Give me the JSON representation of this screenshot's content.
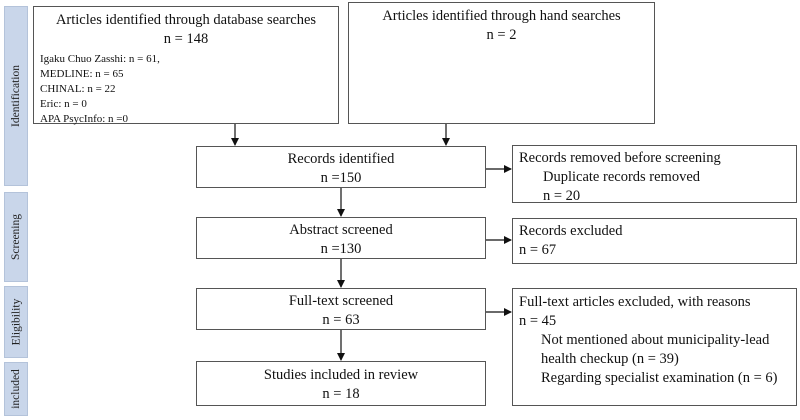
{
  "stages": {
    "identification": "Identification",
    "screening": "Screening",
    "eligibility": "Eligibility",
    "included": "included"
  },
  "db_search": {
    "title": "Articles identified through database searches",
    "count": "n = 148",
    "sources": [
      "Igaku Chuo Zasshi: n = 61,",
      "MEDLINE: n = 65",
      "CHINAL: n = 22",
      "Eric: n = 0",
      "APA PsycInfo: n =0"
    ]
  },
  "hand_search": {
    "title": "Articles identified through hand searches",
    "count": "n = 2"
  },
  "records_identified": {
    "title": "Records identified",
    "count": "n =150"
  },
  "removed_before": {
    "title": "Records removed before screening",
    "detail": "Duplicate records removed",
    "count": "n = 20"
  },
  "abstract_screened": {
    "title": "Abstract screened",
    "count": "n =130"
  },
  "records_excluded": {
    "title": "Records excluded",
    "count": "n = 67"
  },
  "fulltext_screened": {
    "title": "Full-text screened",
    "count": "n = 63"
  },
  "fulltext_excluded": {
    "title": "Full-text articles excluded, with reasons",
    "count": "n = 45",
    "reason1_line1": "Not mentioned about municipality-lead",
    "reason1_line2": "health checkup  (n = 39)",
    "reason2": "Regarding specialist examination (n = 6)"
  },
  "included_studies": {
    "title": "Studies included in review",
    "count": "n = 18"
  }
}
